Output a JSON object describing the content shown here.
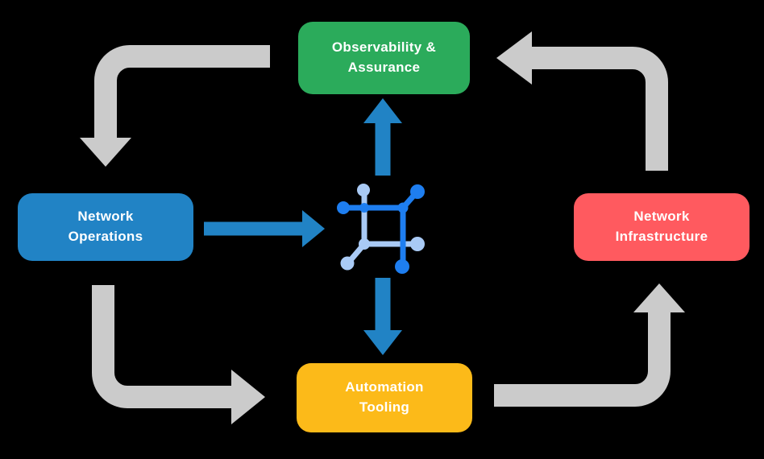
{
  "background": "#000000",
  "colors": {
    "flow_arrow_gray": "#cbcbcb",
    "data_arrow_blue": "#2183c5",
    "icon_blue_dark": "#1e7ef0",
    "icon_blue_light": "#a9caf5"
  },
  "nodes": {
    "observability": {
      "label": "Observability &\nAssurance",
      "color": "#2bab5b",
      "text_color": "#ffffff"
    },
    "operations": {
      "label": "Network\nOperations",
      "color": "#2183c5",
      "text_color": "#ffffff"
    },
    "infrastructure": {
      "label": "Network\nInfrastructure",
      "color": "#ff5a5f",
      "text_color": "#ffffff"
    },
    "automation": {
      "label": "Automation\nTooling",
      "color": "#fcba19",
      "text_color": "#ffffff"
    }
  },
  "icons": {
    "center": "network-mesh-icon"
  }
}
